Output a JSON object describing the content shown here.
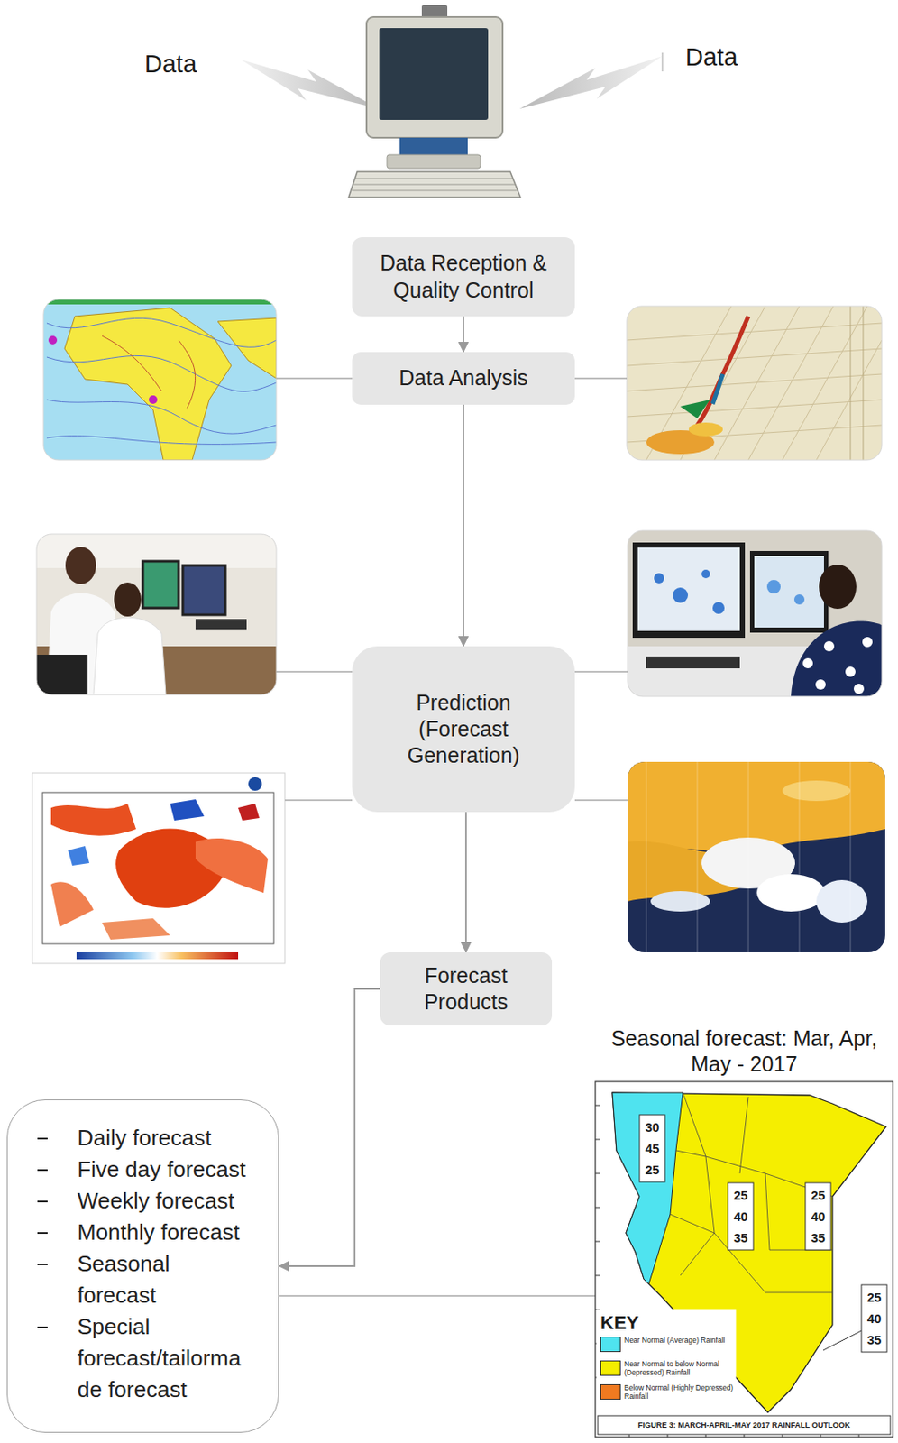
{
  "diagram": {
    "nodes": [
      {
        "text": [
          "Data Reception & Quality Control"
        ]
      },
      {
        "text": [
          "Data Analysis"
        ]
      },
      {
        "text": [
          "Prediction (Forecast Generation)"
        ]
      },
      {
        "text": [
          "Forecast Products"
        ]
      },
      {
        "text": [
          "Daily forecast",
          "Five day forecast",
          "Weekly forecast",
          "Monthly forecast",
          "Seasonal forecast",
          "Special forecast/tailormade forecast"
        ]
      }
    ],
    "edges": [
      {
        "from": 0,
        "to": 1,
        "arrow": "to"
      },
      {
        "from": 1,
        "to": 2,
        "arrow": "to"
      },
      {
        "from": 2,
        "to": 3,
        "arrow": "to"
      },
      {
        "from": 3,
        "to": 4,
        "arrow": "to"
      }
    ],
    "labels": [
      "Data",
      "Data",
      "Seasonal forecast: Mar, Apr, May - 2017",
      "30",
      "45",
      "25",
      "25",
      "40",
      "35",
      "25",
      "40",
      "35",
      "25",
      "40",
      "35",
      "KEY",
      "FIGURE 3: MARCH-APRIL-MAY 2017 RAINFALL OUTLOOK"
    ],
    "legend": [
      {
        "text": "Near Normal (Average) Rainfall",
        "color": "#4fe3ef"
      },
      {
        "text": "Near Normal to below Normal (Depressed) Rainfall",
        "color": "#f5ee00"
      },
      {
        "text": "Below Normal (Highly Depressed) Rainfall",
        "color": "#f07a20"
      }
    ]
  }
}
